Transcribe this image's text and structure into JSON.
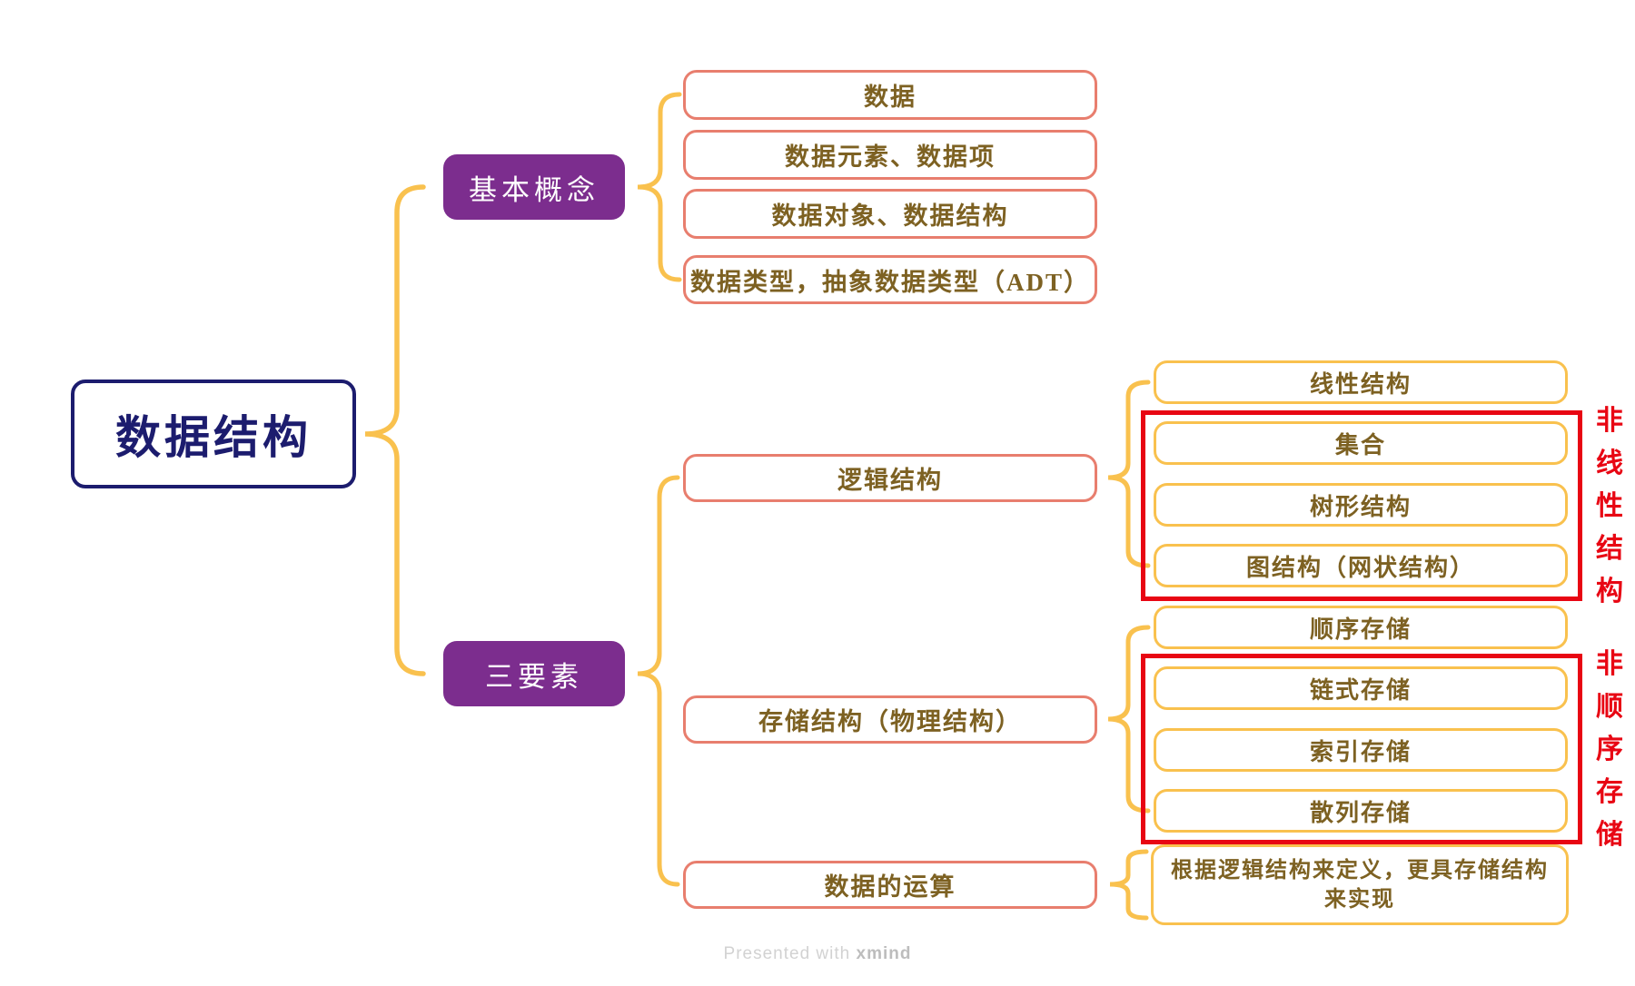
{
  "root": {
    "label": "数据结构"
  },
  "branch_concepts": {
    "label": "基本概念",
    "children": [
      {
        "label": "数据"
      },
      {
        "label": "数据元素、数据项"
      },
      {
        "label": "数据对象、数据结构"
      },
      {
        "label": "数据类型，抽象数据类型（ADT）"
      }
    ]
  },
  "branch_elements": {
    "label": "三要素",
    "children": [
      {
        "label": "逻辑结构",
        "children": [
          {
            "label": "线性结构"
          },
          {
            "label": "集合"
          },
          {
            "label": "树形结构"
          },
          {
            "label": "图结构（网状结构）"
          }
        ],
        "annotation": "非线性结构"
      },
      {
        "label": "存储结构（物理结构）",
        "children": [
          {
            "label": "顺序存储"
          },
          {
            "label": "链式存储"
          },
          {
            "label": "索引存储"
          },
          {
            "label": "散列存储"
          }
        ],
        "annotation": "非顺序存储"
      },
      {
        "label": "数据的运算",
        "children": [
          {
            "label": "根据逻辑结构来定义，更具存储结构来实现"
          }
        ]
      }
    ]
  },
  "watermark": {
    "prefix": "Presented with ",
    "brand": "xmind"
  },
  "colors": {
    "root_border": "#1c1c6e",
    "branch_fill": "#7c2d8e",
    "topic_border": "#e87e6e",
    "leaf_border": "#f9c14e",
    "text_olive": "#7d6122",
    "highlight_red": "#e80613",
    "connector_yellow": "#f9c14e"
  }
}
